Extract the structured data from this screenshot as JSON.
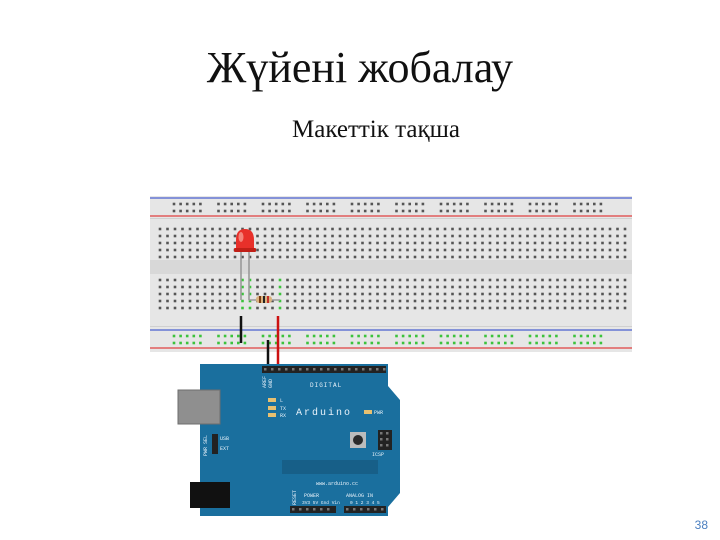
{
  "slide": {
    "title": "Жүйені жобалау",
    "subtitle": "Макеттік тақша",
    "page_number": "38"
  },
  "arduino": {
    "logo": "Arduino",
    "website": "www.arduino.cc",
    "digital_label": "DIGITAL",
    "analog_label": "ANALOG IN",
    "power_label": "POWER",
    "icsp_label": "ICSP",
    "aref": "AREF",
    "gnd": "GND",
    "tx": "TX",
    "rx": "RX",
    "l_label": "L",
    "pwr_label": "PWR",
    "usb_label": "USB",
    "ext_label": "EXT",
    "pwr_sel": "PWR SEL",
    "reset_label": "RESET",
    "power_pins": "3V3 5V Gnd Vin",
    "analog_pins": "0 1 2 3 4 5"
  },
  "colors": {
    "breadboard": "#e6e6e6",
    "rail_blue": "#4a5fd0",
    "rail_red": "#e04040",
    "arduino_blue": "#1a6f9e",
    "led": "#e8302a",
    "wire_red": "#cc1111",
    "wire_black": "#111111",
    "active_hole": "#3cc23c"
  }
}
